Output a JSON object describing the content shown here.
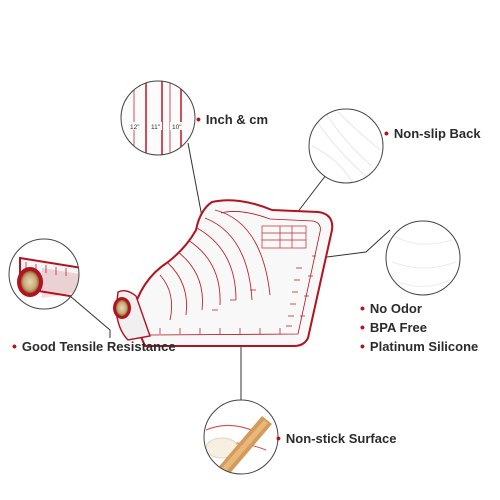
{
  "bullet": "•",
  "colors": {
    "accent_red": "#b3121f",
    "mat_fill": "#f7f7f7",
    "text": "#2b2b2b",
    "callout_line": "#333333"
  },
  "features": {
    "inch_cm": "Inch & cm",
    "non_slip_back": "Non-slip Back",
    "no_odor": "No Odor",
    "bpa_free": "BPA Free",
    "platinum_silicone": "Platinum Silicone",
    "tensile": "Good Tensile Resistance",
    "non_stick": "Non-stick Surface"
  },
  "ruler_marks": [
    "12\"",
    "11\"",
    "10\""
  ]
}
